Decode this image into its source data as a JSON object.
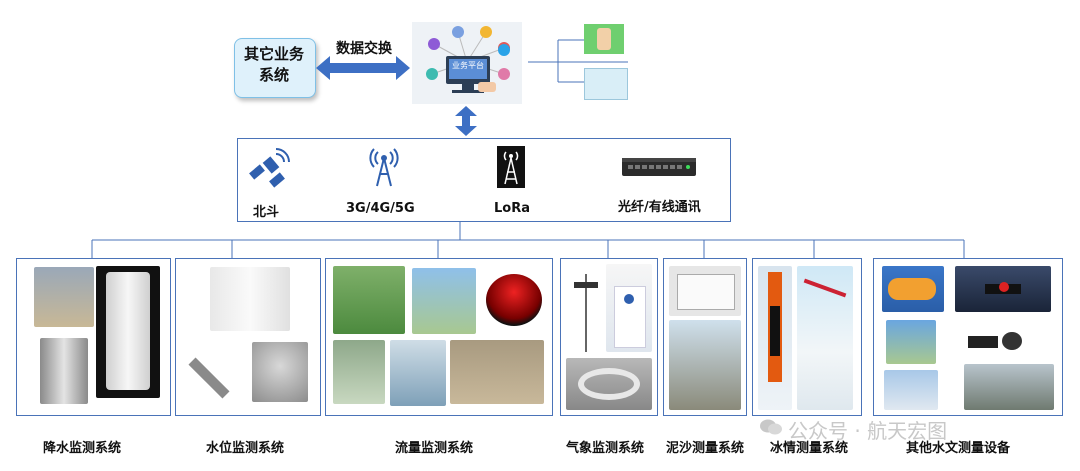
{
  "top": {
    "other_systems": "其它业务\n系统",
    "data_exchange": "数据交换",
    "platform_label": "业务平台"
  },
  "comm": {
    "items": [
      {
        "label": "北斗",
        "icon": "satellite-icon"
      },
      {
        "label": "3G/4G/5G",
        "icon": "cell-tower-icon"
      },
      {
        "label": "LoRa",
        "icon": "lora-tower-icon"
      },
      {
        "label": "光纤/有线通讯",
        "icon": "network-switch-icon"
      }
    ]
  },
  "systems": [
    {
      "label": "降水监测系统"
    },
    {
      "label": "水位监测系统"
    },
    {
      "label": "流量监测系统"
    },
    {
      "label": "气象监测系统"
    },
    {
      "label": "泥沙测量系统"
    },
    {
      "label": "冰情测量系统"
    },
    {
      "label": "其他水文测量设备"
    }
  ],
  "watermark": "公众号 · 航天宏图",
  "colors": {
    "border": "#4a73b8",
    "arrow": "#3d6fc4",
    "accent_box": "#dff1fb"
  }
}
